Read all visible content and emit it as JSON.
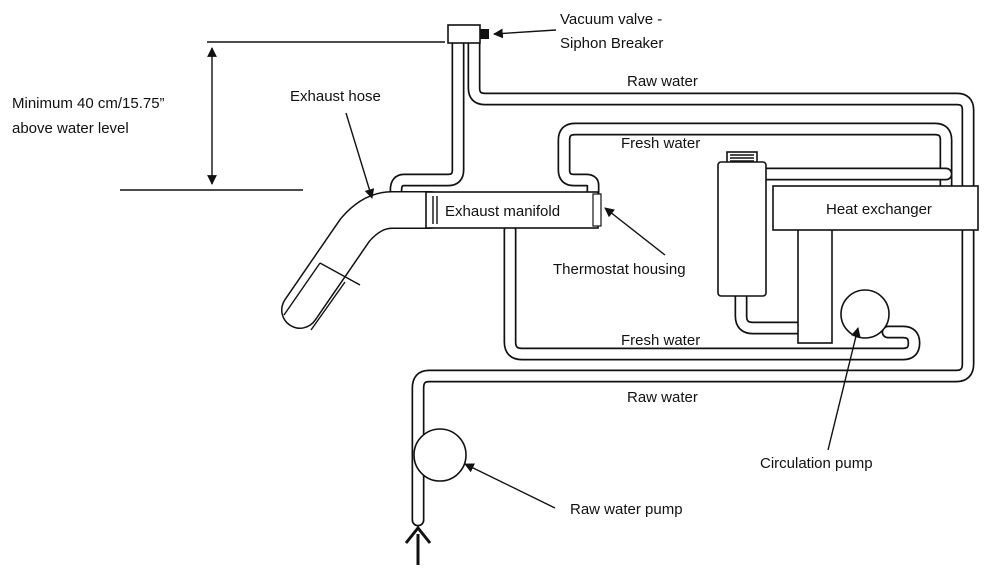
{
  "labels": {
    "vacuum_valve_line1": "Vacuum valve -",
    "vacuum_valve_line2": "Siphon Breaker",
    "min_height_line1": "Minimum 40 cm/15.75”",
    "min_height_line2": "above water level",
    "exhaust_hose": "Exhaust hose",
    "exhaust_manifold": "Exhaust manifold",
    "thermostat_housing": "Thermostat housing",
    "heat_exchanger": "Heat exchanger",
    "raw_water_top": "Raw water",
    "fresh_water_top": "Fresh water",
    "fresh_water_bottom": "Fresh water",
    "raw_water_bottom": "Raw water",
    "circulation_pump": "Circulation pump",
    "raw_water_pump": "Raw water pump"
  },
  "colors": {
    "line": "#111111",
    "background": "#ffffff"
  }
}
